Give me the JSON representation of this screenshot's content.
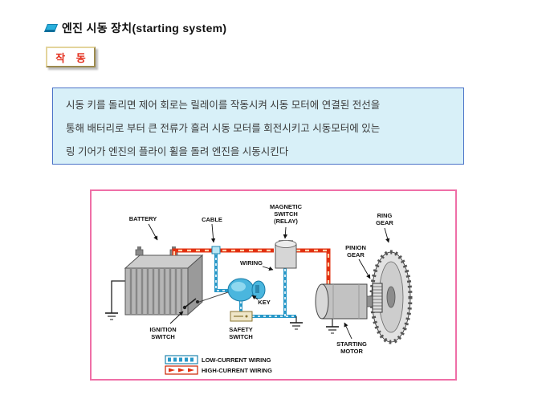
{
  "page": {
    "title": "엔진 시동 장치(starting system)"
  },
  "badge": {
    "label": "작 동"
  },
  "description": {
    "lines": [
      "시동 키를 돌리면 제어 회로는 릴레이를 작동시켜 시동 모터에 연결된 전선을",
      "통해 배터리로 부터 큰 전류가 흘러 시동 모터를 회전시키고 시동모터에 있는",
      "링 기어가 엔진의 플라이 휠을 돌려 엔진을 시동시킨다"
    ]
  },
  "diagram": {
    "labels": {
      "battery": "BATTERY",
      "cable": "CABLE",
      "magnetic1": "MAGNETIC",
      "magnetic2": "SWITCH",
      "magnetic3": "(RELAY)",
      "ring1": "RING",
      "ring2": "GEAR",
      "pinion1": "PINION",
      "pinion2": "GEAR",
      "wiring": "WIRING",
      "key": "KEY",
      "ignition1": "IGNITION",
      "ignition2": "SWITCH",
      "safety1": "SAFETY",
      "safety2": "SWITCH",
      "motor1": "STARTING",
      "motor2": "MOTOR",
      "legend_low": "LOW-CURRENT WIRING",
      "legend_high": "HIGH-CURRENT WIRING"
    },
    "colors": {
      "border": "#ef6fa7",
      "low_current": "#2898c8",
      "high_current": "#e23010"
    }
  }
}
